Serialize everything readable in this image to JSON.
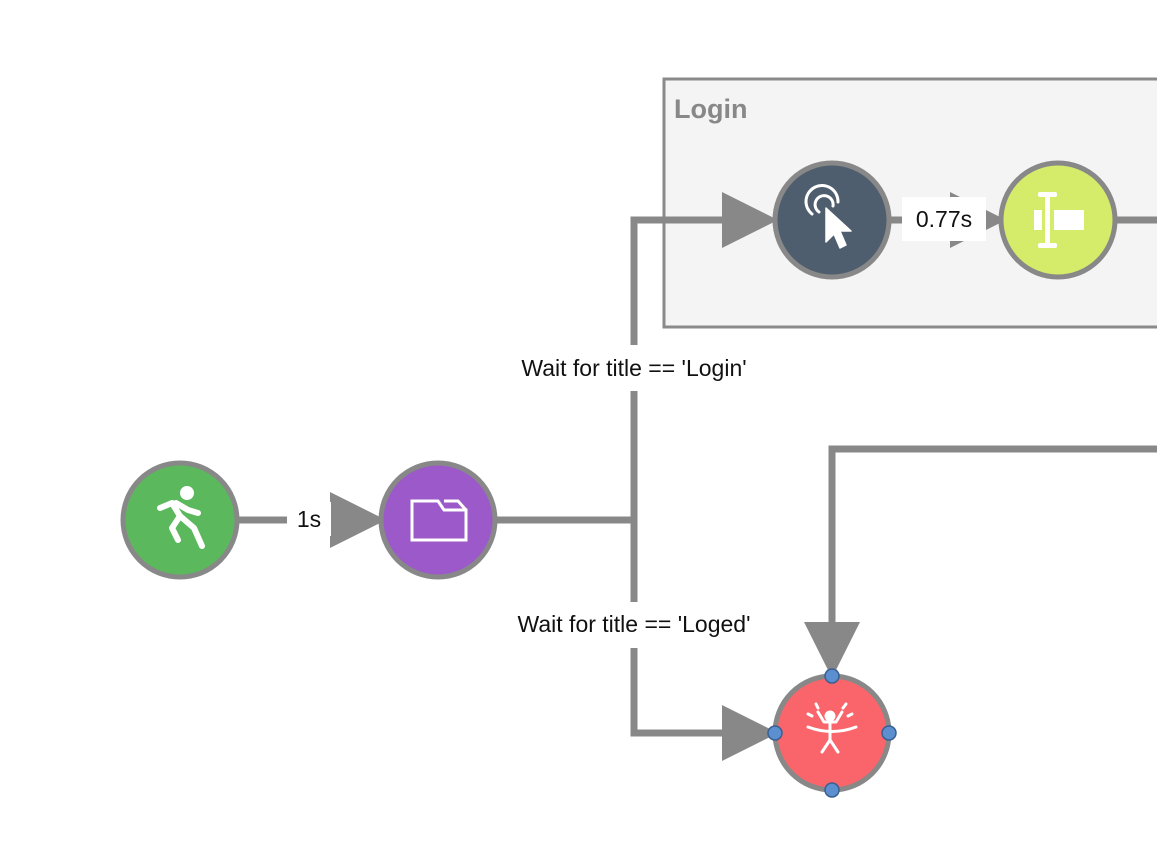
{
  "group": {
    "title": "Login"
  },
  "edges": {
    "start_to_open": "1s",
    "click_to_type": "0.77s",
    "wait_login": "Wait for title == 'Login'",
    "wait_loged": "Wait for title == 'Loged'"
  },
  "nodes": {
    "start": {
      "icon": "running-person-icon",
      "color": "#5cb85c"
    },
    "open": {
      "icon": "folder-icon",
      "color": "#9b59c9"
    },
    "click": {
      "icon": "click-pointer-icon",
      "color": "#4f5e6e"
    },
    "type": {
      "icon": "text-cursor-input-icon",
      "color": "#d4ec6a"
    },
    "finish": {
      "icon": "finish-line-icon",
      "color": "#f9656a"
    }
  },
  "colors": {
    "edge": "#888888",
    "group_fill": "#f4f4f4",
    "group_border": "#8a8a8a",
    "handle": "#5b8fd0"
  }
}
